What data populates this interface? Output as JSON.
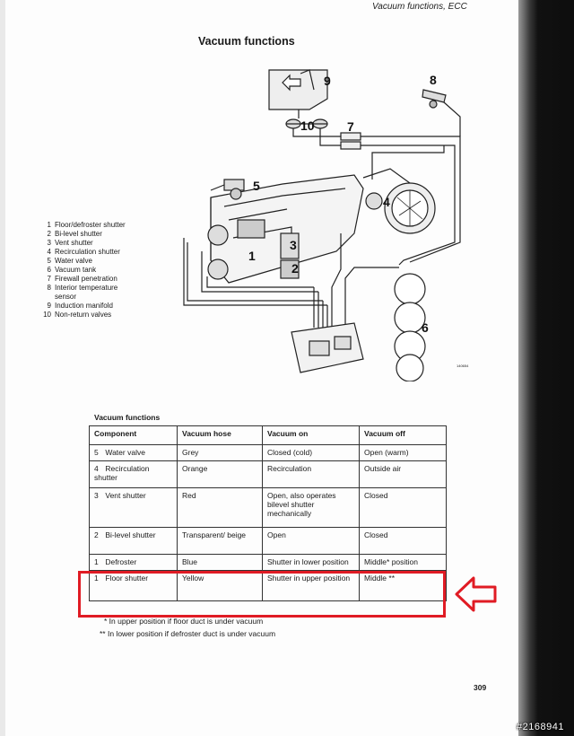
{
  "header": {
    "running_title": "Vacuum functions, ECC"
  },
  "title": "Vacuum functions",
  "legend": [
    {
      "num": "1",
      "label": "Floor/defroster shutter"
    },
    {
      "num": "2",
      "label": "Bi-level shutter"
    },
    {
      "num": "3",
      "label": "Vent shutter"
    },
    {
      "num": "4",
      "label": "Recirculation shutter"
    },
    {
      "num": "5",
      "label": "Water valve"
    },
    {
      "num": "6",
      "label": "Vacuum tank"
    },
    {
      "num": "7",
      "label": "Firewall penetration"
    },
    {
      "num": "8",
      "label": "Interior temperature",
      "cont": "sensor"
    },
    {
      "num": "9",
      "label": "Induction manifold"
    },
    {
      "num": "10",
      "label": "Non-return valves"
    }
  ],
  "diagram": {
    "labels": [
      "1",
      "2",
      "3",
      "4",
      "5",
      "6",
      "7",
      "8",
      "9",
      "10"
    ],
    "figure_id": "140654"
  },
  "table": {
    "title": "Vacuum functions",
    "headers": [
      "Component",
      "Vacuum hose",
      "Vacuum on",
      "Vacuum off"
    ],
    "rows": [
      {
        "num": "5",
        "component": "Water valve",
        "hose": "Grey",
        "on": "Closed (cold)",
        "off": "Open (warm)"
      },
      {
        "num": "4",
        "component": "Recirculation shutter",
        "hose": "Orange",
        "on": "Recirculation",
        "off": "Outside air"
      },
      {
        "num": "3",
        "component": "Vent shutter",
        "hose": "Red",
        "on": "Open, also operates bilevel shutter mechanically",
        "off": "Closed"
      },
      {
        "num": "2",
        "component": "Bi-level shutter",
        "hose": "Transparent/ beige",
        "on": "Open",
        "off": "Closed"
      },
      {
        "num": "1",
        "component": "Defroster",
        "hose": "Blue",
        "on": "Shutter in lower position",
        "off": "Middle* position"
      },
      {
        "num": "1",
        "component": "Floor shutter",
        "hose": "Yellow",
        "on": "Shutter in upper position",
        "off": "Middle **"
      }
    ]
  },
  "footnotes": [
    "* In upper position if floor duct is under vacuum",
    "** In lower position if defroster duct is under vacuum"
  ],
  "page_number": "309",
  "watermark": "#2168941",
  "highlight_color": "#e01b24"
}
